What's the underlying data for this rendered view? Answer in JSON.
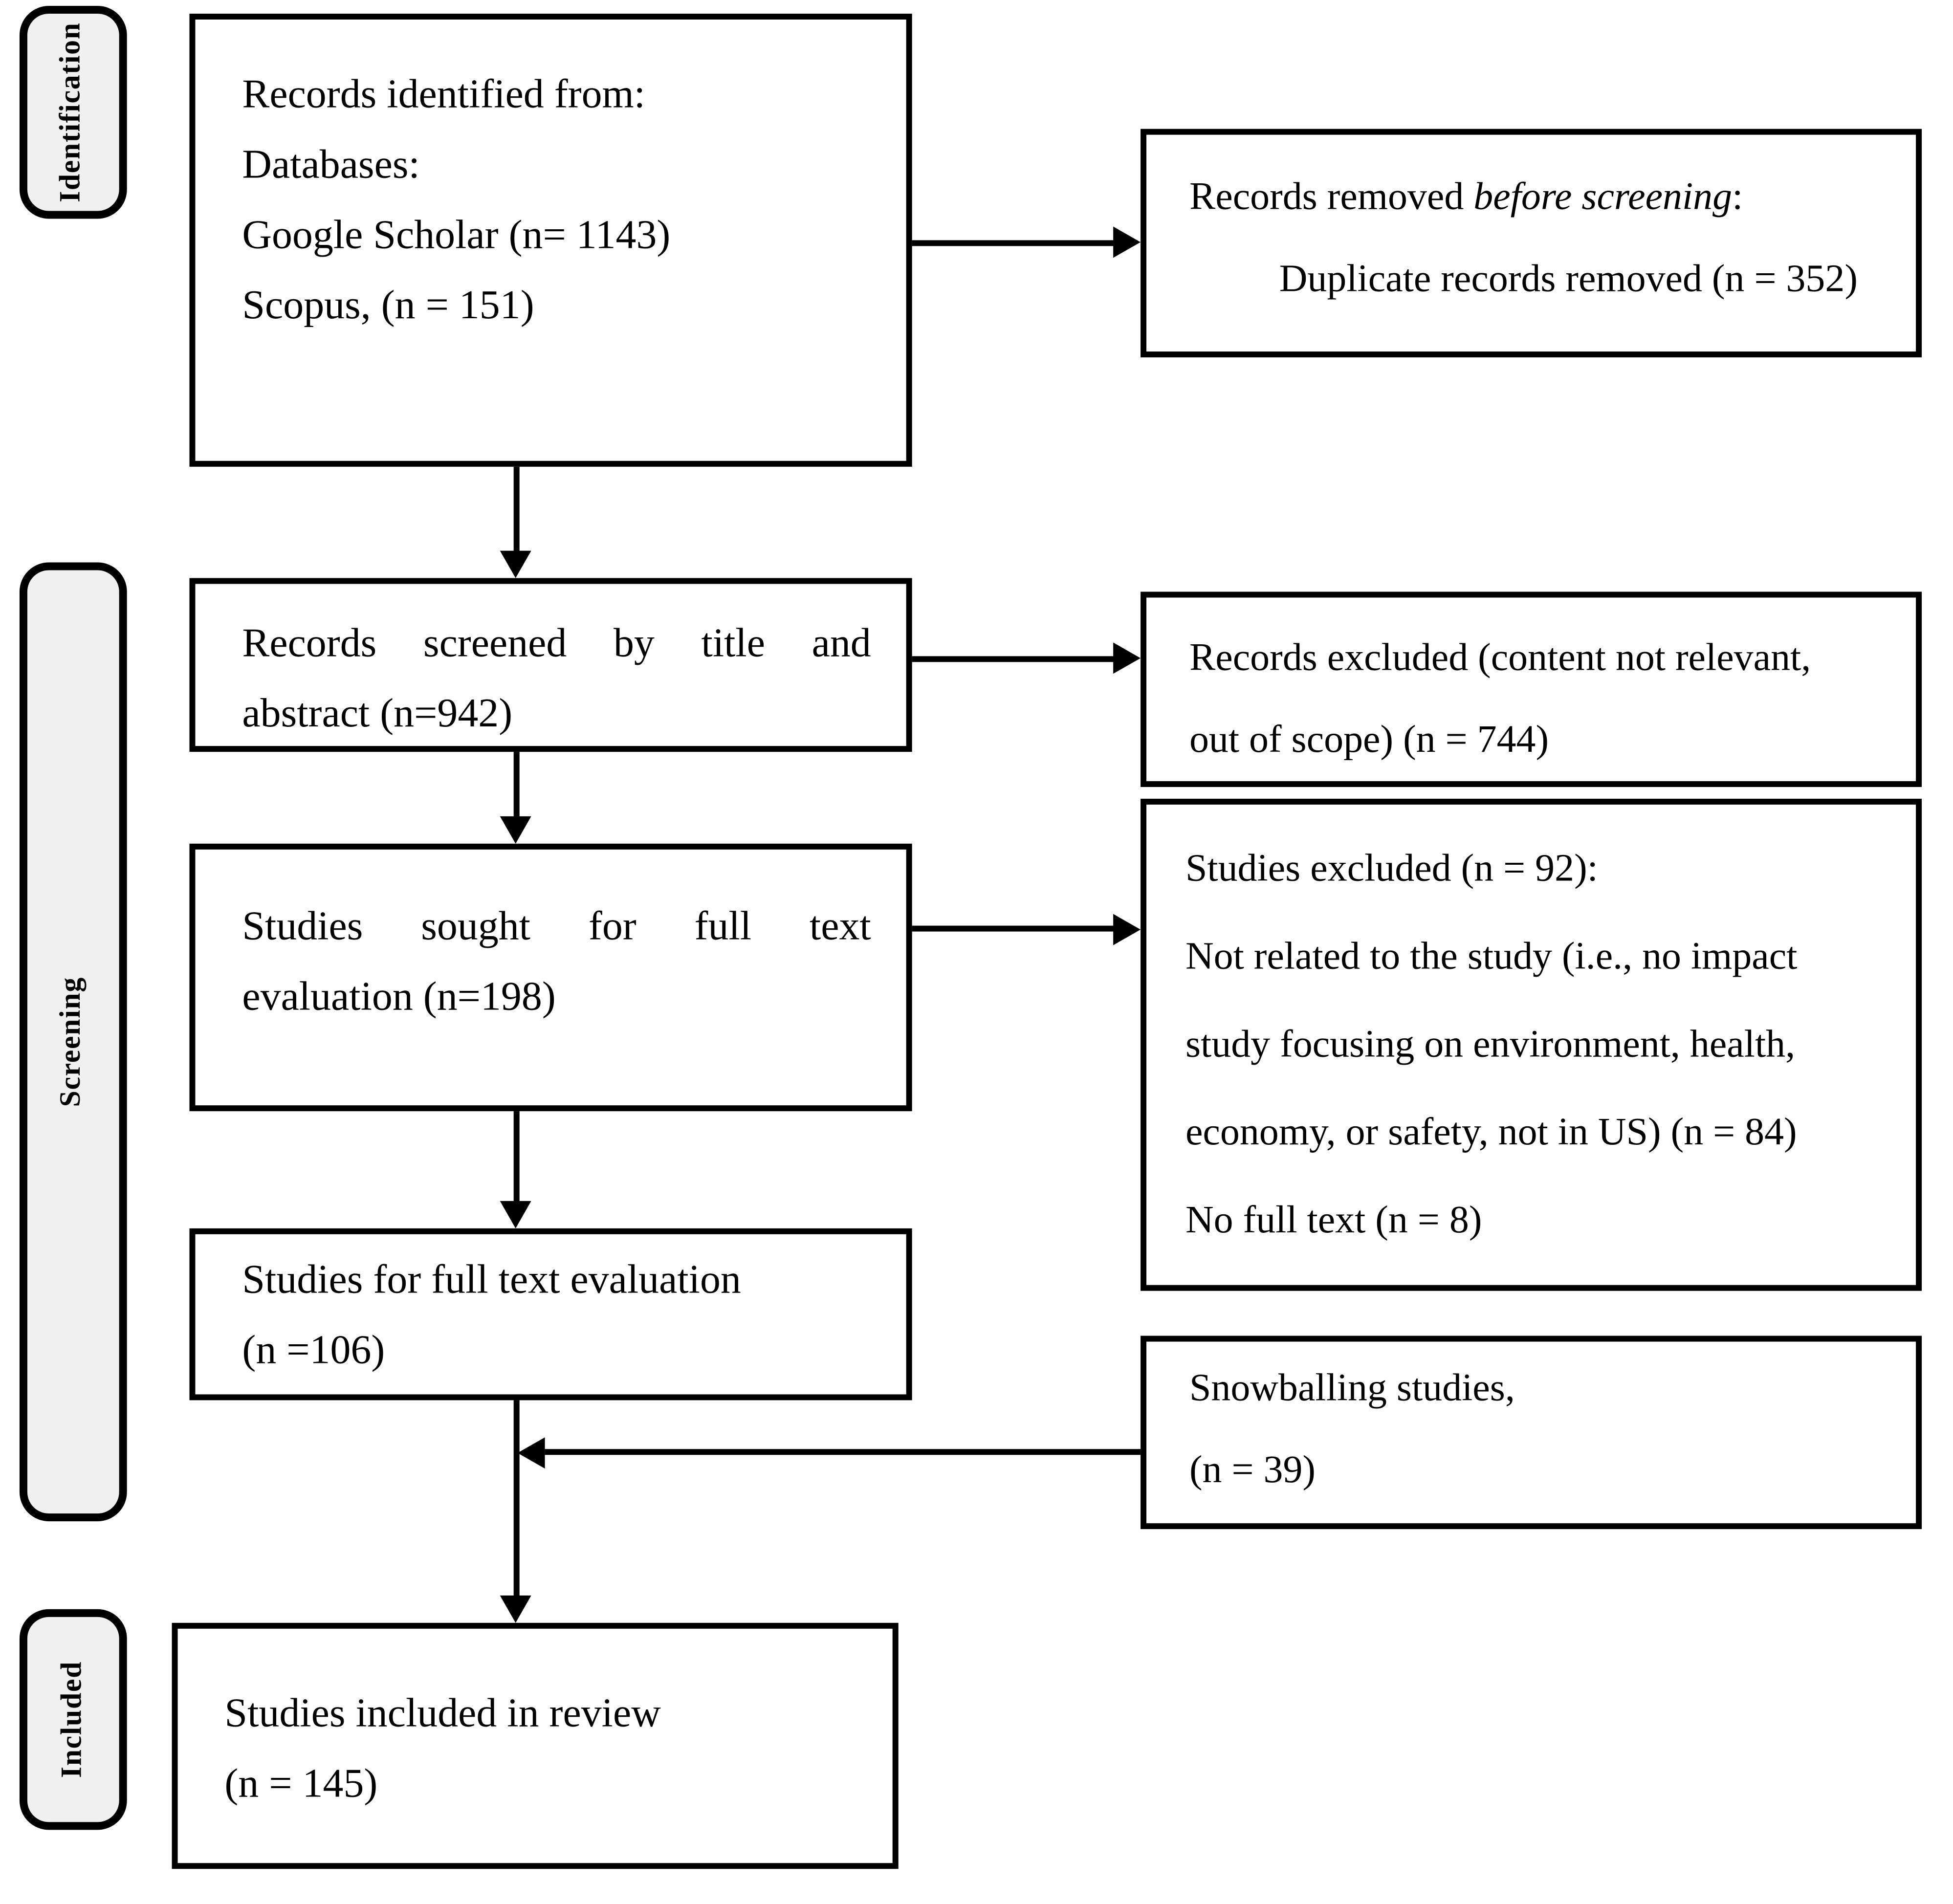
{
  "stages": {
    "identification": "Identification",
    "screening": "Screening",
    "included": "Included"
  },
  "boxes": {
    "records_identified": {
      "lines": [
        "Records identified from:",
        "Databases:",
        "Google Scholar (n= 1143)",
        "Scopus, (n = 151)"
      ]
    },
    "records_removed": {
      "title_prefix": "Records removed ",
      "title_italic": "before screening",
      "title_suffix": ":",
      "item": "Duplicate records removed (n = 352)"
    },
    "records_screened": {
      "lines": [
        "Records screened by title and",
        "abstract (n=942)"
      ]
    },
    "records_excluded": {
      "lines": [
        "Records excluded (content not relevant,",
        "out of scope) (n = 744)"
      ]
    },
    "studies_sought": {
      "lines": [
        "Studies sought for full text",
        "evaluation (n=198)"
      ]
    },
    "studies_excluded": {
      "lines": [
        "Studies excluded (n = 92):",
        "Not related to the study (i.e., no impact",
        "study focusing on environment, health,",
        "economy, or safety, not in US) (n = 84)",
        "No full text (n = 8)"
      ]
    },
    "studies_full_text_eval": {
      "lines": [
        "Studies for full text evaluation",
        "(n =106)"
      ]
    },
    "snowballing": {
      "lines": [
        "Snowballing studies,",
        "(n = 39)"
      ]
    },
    "studies_included": {
      "lines": [
        "Studies included in review",
        "(n = 145)"
      ]
    }
  },
  "colors": {
    "stage_fill": "#f0f0f0",
    "box_fill": "#ffffff",
    "line": "#000000"
  }
}
